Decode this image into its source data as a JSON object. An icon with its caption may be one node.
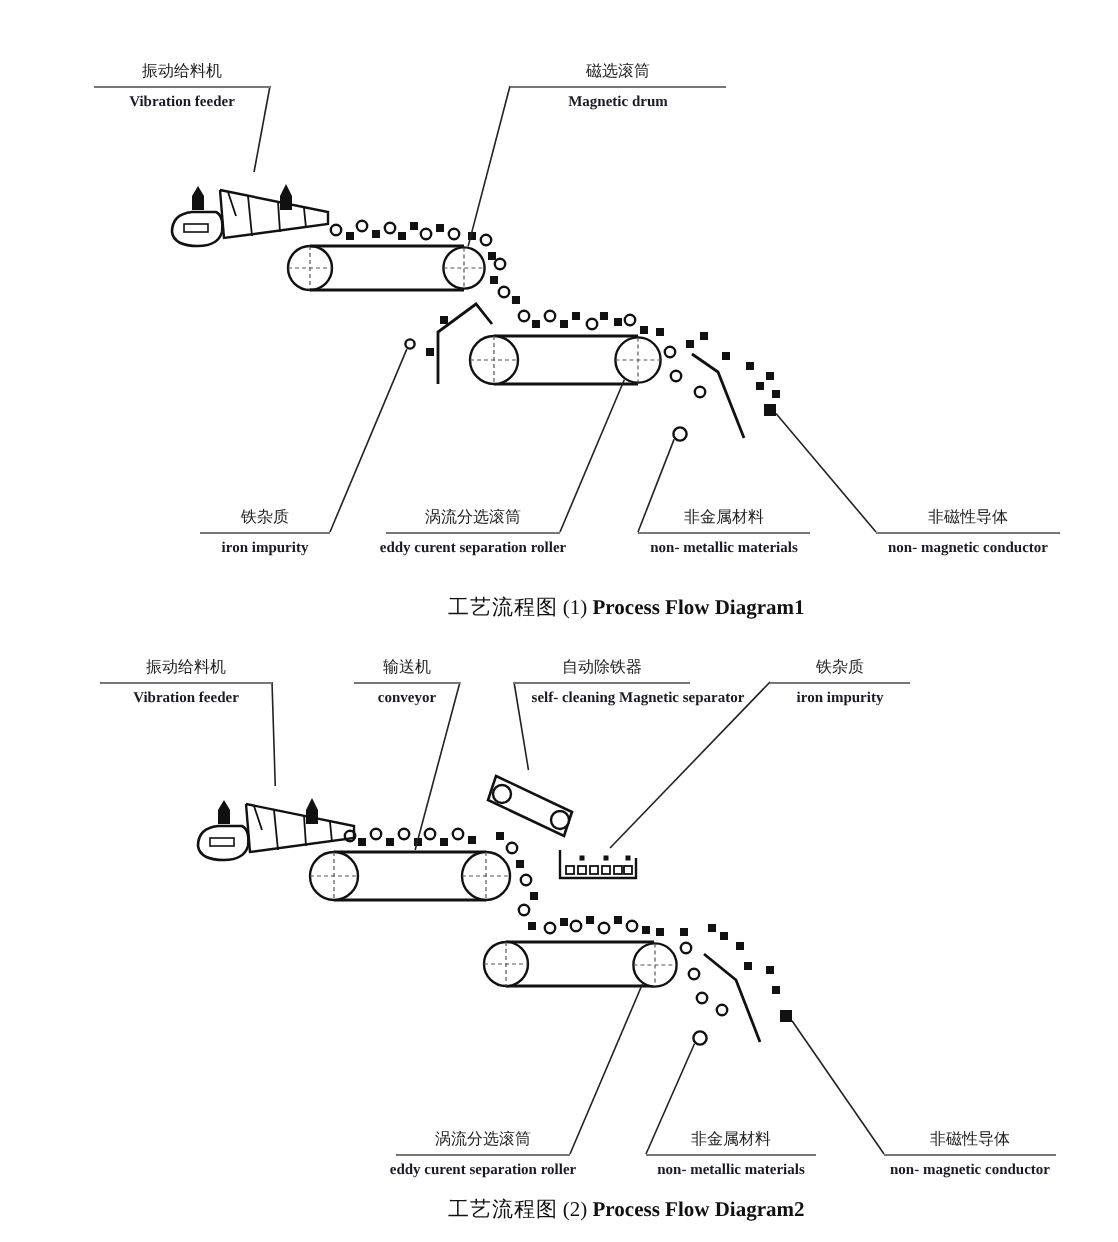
{
  "diagram": {
    "nodes": [
      {
        "text": [
          "振动给料机",
          "Vibration feeder"
        ]
      },
      {
        "text": [
          "磁选滚筒",
          "Magnetic drum"
        ]
      },
      {
        "text": [],
        "shape": "picture"
      },
      {
        "text": [],
        "shape": "circle"
      },
      {
        "text": [
          "铁杂质",
          "iron impurity"
        ]
      },
      {
        "text": [
          "涡流分选滚筒",
          "eddy curent separation roller"
        ]
      },
      {
        "text": [
          "非金属材料",
          "non- metallic materials"
        ]
      },
      {
        "text": [
          "非磁性导体",
          "non- magnetic conductor"
        ]
      },
      {
        "text": [],
        "shape": "circle"
      },
      {
        "text": [],
        "shape": "circle"
      },
      {
        "text": [],
        "shape": "circle"
      },
      {
        "text": [],
        "shape": "box"
      },
      {
        "text": [
          "振动给料机",
          "Vibration feeder"
        ]
      },
      {
        "text": [
          "输送机",
          "conveyor"
        ]
      },
      {
        "text": [
          "自动除铁器",
          "self- cleaning Magnetic separator"
        ]
      },
      {
        "text": [
          "铁杂质",
          "iron impurity"
        ]
      },
      {
        "text": [],
        "shape": "picture"
      },
      {
        "text": [],
        "shape": "picture"
      },
      {
        "text": [],
        "shape": "picture"
      },
      {
        "text": [],
        "shape": "box"
      },
      {
        "text": [
          "涡流分选滚筒",
          "eddy curent separation roller"
        ]
      },
      {
        "text": [
          "非金属材料",
          "non- metallic materials"
        ]
      },
      {
        "text": [
          "非磁性导体",
          "non- magnetic conductor"
        ]
      },
      {
        "text": [],
        "shape": "circle"
      },
      {
        "text": [],
        "shape": "circle"
      },
      {
        "text": [],
        "shape": "box"
      }
    ],
    "edges": [
      {
        "from": 0,
        "to": 2,
        "arrow": "none"
      },
      {
        "from": 1,
        "to": 3,
        "arrow": "none"
      },
      {
        "from": 4,
        "to": 8,
        "arrow": "none"
      },
      {
        "from": 5,
        "to": 9,
        "arrow": "none"
      },
      {
        "from": 6,
        "to": 10,
        "arrow": "none"
      },
      {
        "from": 7,
        "to": 11,
        "arrow": "none"
      },
      {
        "from": 12,
        "to": 16,
        "arrow": "none"
      },
      {
        "from": 13,
        "to": 17,
        "arrow": "none"
      },
      {
        "from": 14,
        "to": 18,
        "arrow": "none"
      },
      {
        "from": 15,
        "to": 19,
        "arrow": "none"
      },
      {
        "from": 20,
        "to": 23,
        "arrow": "none"
      },
      {
        "from": 21,
        "to": 24,
        "arrow": "none"
      },
      {
        "from": 22,
        "to": 25,
        "arrow": "none"
      }
    ],
    "labels": [
      "工艺流程图 (1) **Process Flow Diagram1**",
      "工艺流程图 (2) **Process Flow Diagram2**"
    ]
  }
}
